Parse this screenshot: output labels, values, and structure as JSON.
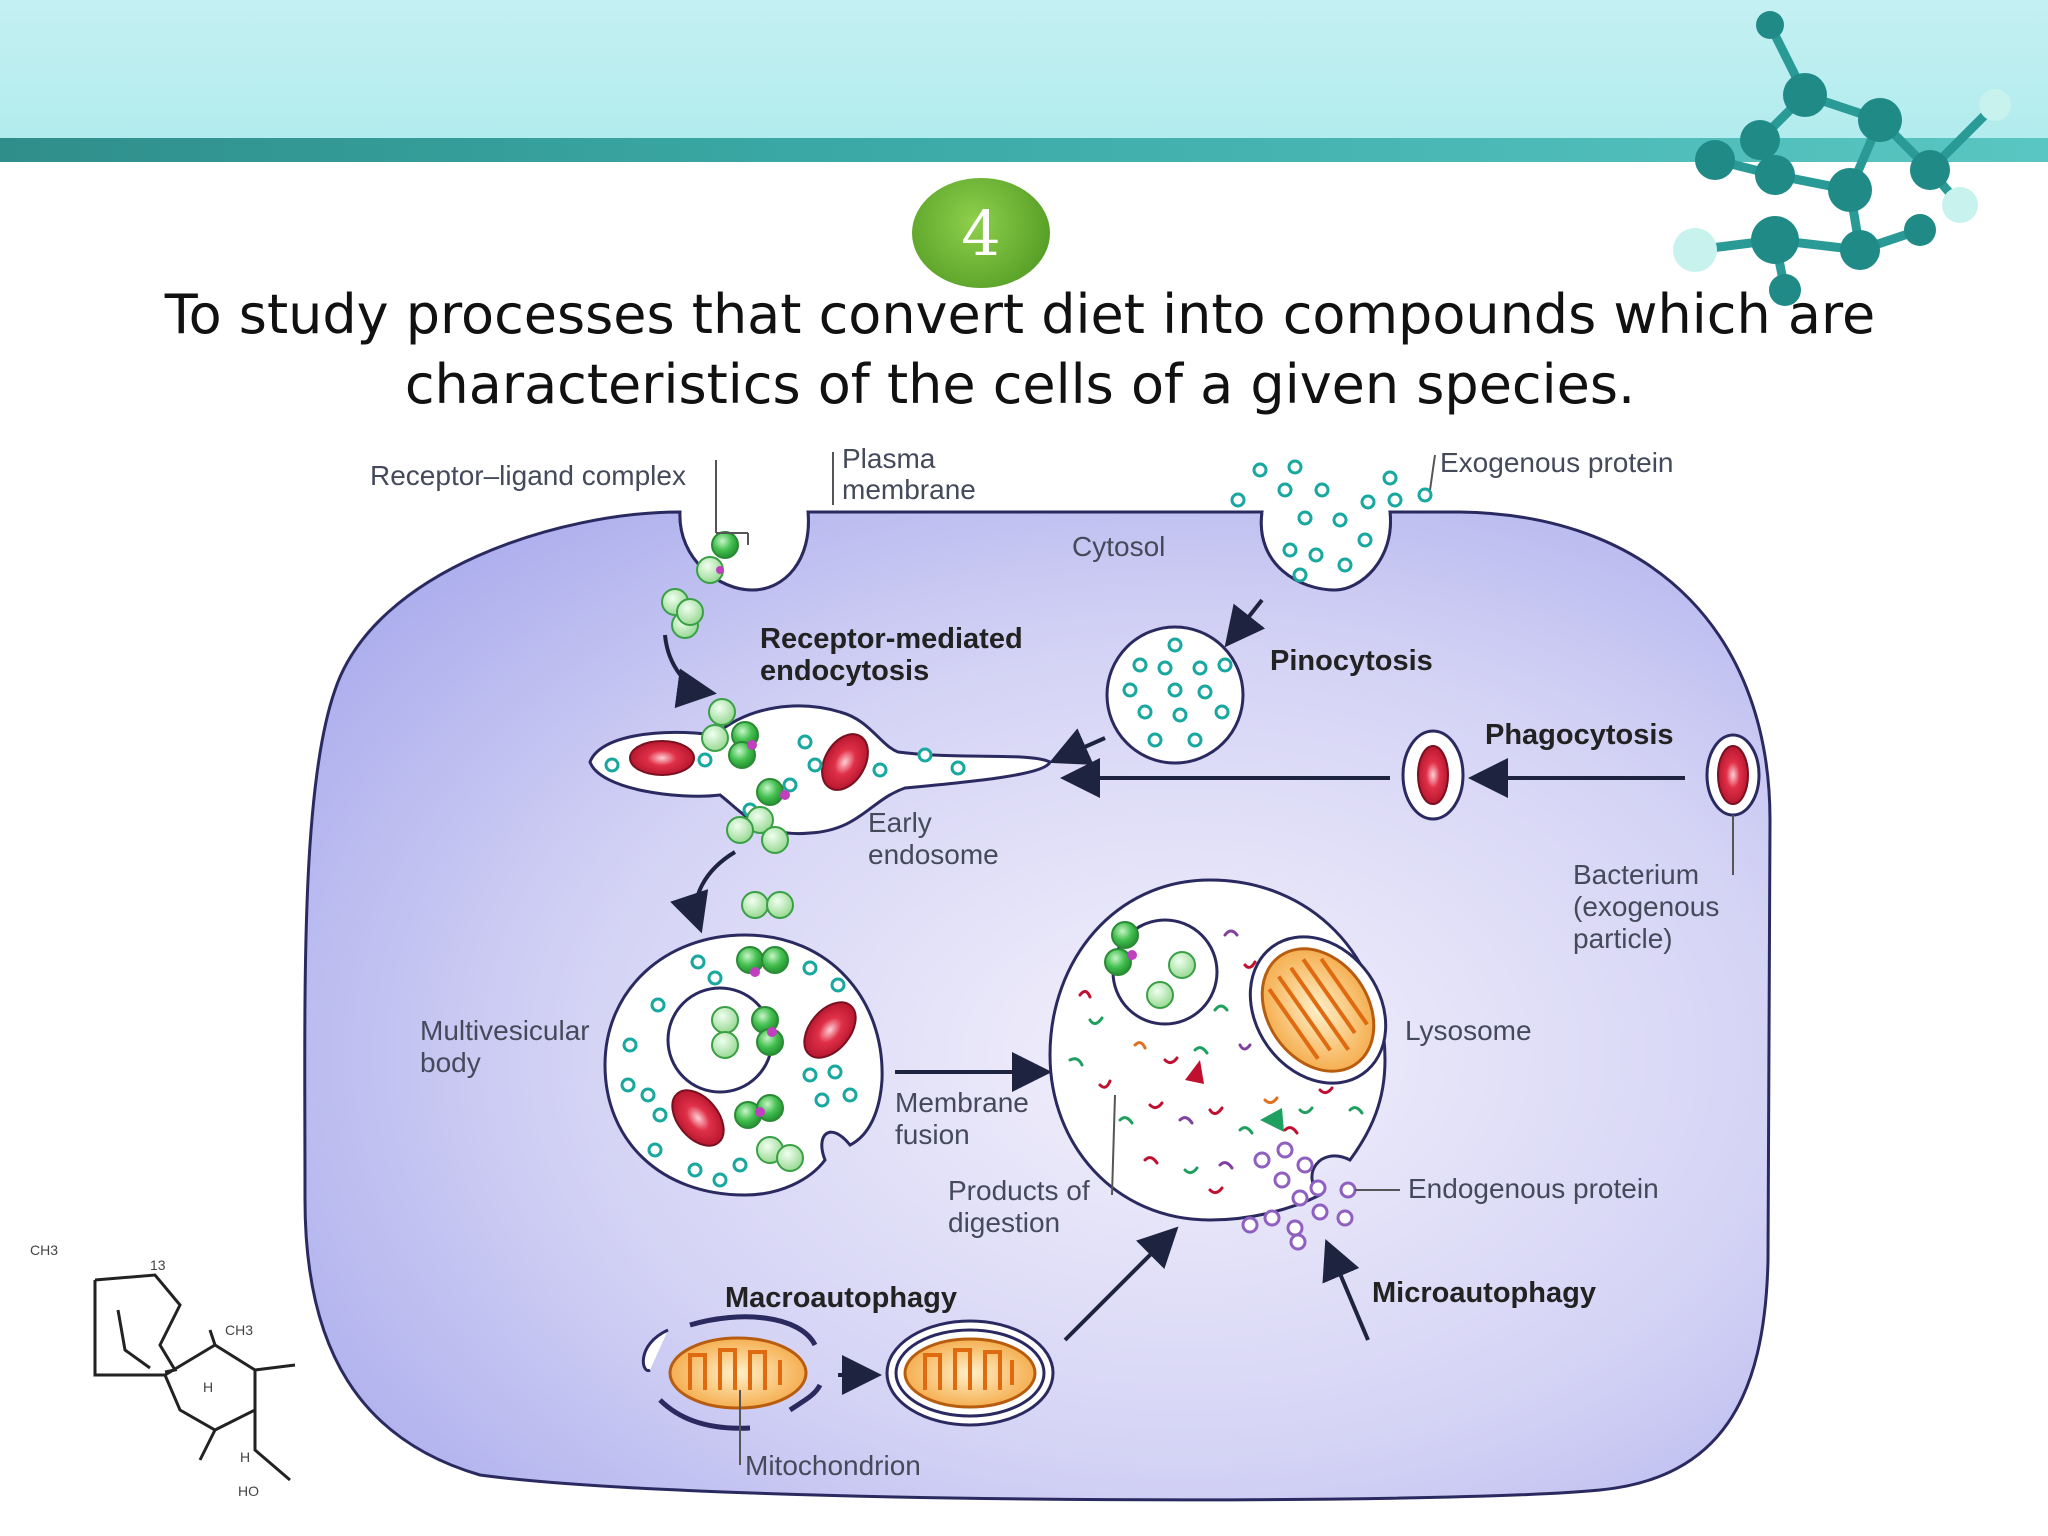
{
  "slide": {
    "number": "4",
    "title_lines": [
      "To study processes that convert diet into compounds which are",
      "characteristics of the cells of a given species."
    ]
  },
  "diagram": {
    "labels": {
      "receptor_ligand_complex": "Receptor–ligand complex",
      "plasma_membrane_1": "Plasma",
      "plasma_membrane_2": "membrane",
      "exogenous_protein": "Exogenous protein",
      "cytosol": "Cytosol",
      "rme_1": "Receptor-mediated",
      "rme_2": "endocytosis",
      "pinocytosis": "Pinocytosis",
      "phagocytosis": "Phagocytosis",
      "early_endosome_1": "Early",
      "early_endosome_2": "endosome",
      "bacterium_1": "Bacterium",
      "bacterium_2": "(exogenous",
      "bacterium_3": "particle)",
      "mvb_1": "Multivesicular",
      "mvb_2": "body",
      "lysosome": "Lysosome",
      "membrane_fusion_1": "Membrane",
      "membrane_fusion_2": "fusion",
      "products_1": "Products of",
      "products_2": "digestion",
      "endogenous_protein": "Endogenous protein",
      "macroautophagy": "Macroautophagy",
      "microautophagy": "Microautophagy",
      "mitochondrion": "Mitochondrion"
    },
    "colors": {
      "cell": "#bcbcf0",
      "vesicle": "#ffffff",
      "particle": "#19a8a0",
      "bacterium": "#d8283c",
      "receptor": "#3cc04c",
      "mitochondrion": "#f5a030",
      "arrow": "#1e2440"
    }
  }
}
